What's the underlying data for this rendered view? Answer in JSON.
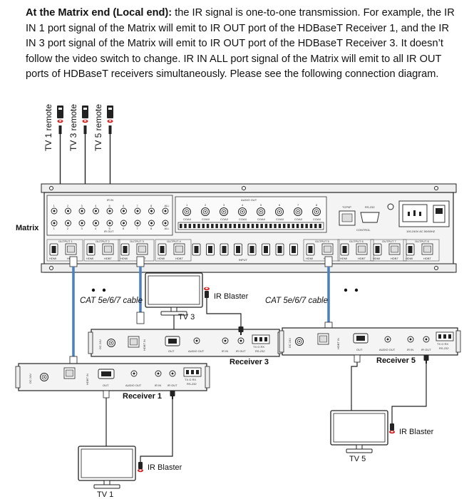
{
  "intro": {
    "lead": "At the Matrix end (Local end):",
    "body": " the IR signal is one-to-one transmission. For example, the IR IN 1 port signal of the Matrix will emit to IR OUT port of the HDBaseT Receiver 1, and the IR IN 3 port signal of the Matrix will emit to IR OUT port of the HDBaseT Receiver 3. It doesn’t follow the video switch to change.  IR IN ALL port signal of the Matrix will emit to all IR OUT ports of HDBaseT receivers simultaneously. Please see the following connection diagram."
  },
  "remotes": [
    "TV 1 remote",
    "TV 3 remote",
    "TV 5 remote"
  ],
  "matrix": {
    "label": "Matrix",
    "ir_in": "IR IN",
    "ir_out": "IR OUT",
    "audio_out": "AUDIO OUT",
    "input": "INPUT",
    "tcpip": "TCP/IP",
    "rs232": "RS-232",
    "control": "CONTROL",
    "power": "100-240V AC 50/60HZ",
    "ir_nums": [
      "1",
      "2",
      "3",
      "4",
      "5",
      "6",
      "7",
      "8",
      "ALL"
    ],
    "coax": "COAX",
    "hdmi": "HDMI",
    "hdbt": "HDBT",
    "outputs": [
      "OUTPUT 1",
      "OUTPUT 2",
      "OUTPUT 3",
      "OUTPUT 4",
      "OUTPUT 5",
      "OUTPUT 6",
      "OUTPUT 7",
      "OUTPUT 8"
    ]
  },
  "cables": [
    "CAT 5e/6/7 cable",
    "CAT 5e/6/7 cable"
  ],
  "tvs": [
    "TV 3",
    "TV 1",
    "TV 5"
  ],
  "ir_blaster": "IR Blaster",
  "receivers": [
    {
      "name": "Receiver 3"
    },
    {
      "name": "Receiver 1"
    },
    {
      "name": "Receiver 5"
    }
  ],
  "receiver_ports": {
    "dc": "DC 24V",
    "hdbt_in": "HDBT IN",
    "out": "OUT",
    "audio_out": "AUDIO OUT",
    "ir_in": "IR IN",
    "ir_out": "IR OUT",
    "rs232": "RS-232",
    "txgrx": "TX  G  RX"
  },
  "colors": {
    "cable": "#4a7fc1",
    "ir_led": "#d22020",
    "device": "#f4f4f4",
    "stroke": "#222222"
  }
}
